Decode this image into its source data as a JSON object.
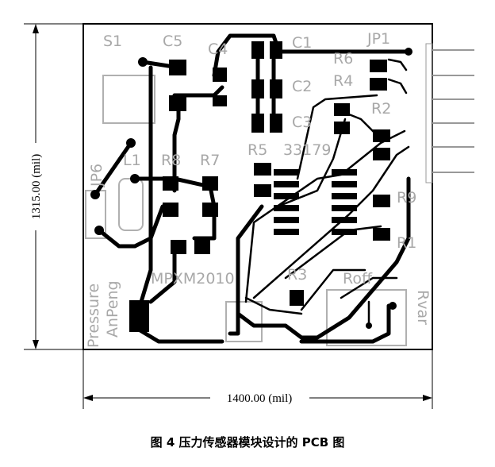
{
  "dimensions": {
    "height": "1315.00 (mil)",
    "width": "1400.00 (mil)"
  },
  "caption": "图 4   压力传感器模块设计的 PCB 图",
  "labels": {
    "s1": "S1",
    "c5": "C5",
    "c4": "C4",
    "c1": "C1",
    "jp1": "JP1",
    "r6": "R6",
    "r4": "R4",
    "c2": "C2",
    "r2": "R2",
    "c3": "C3",
    "r5": "R5",
    "ic": "33179",
    "jp6": "JP6",
    "l1": "L1",
    "r8": "R8",
    "r7": "R7",
    "r9": "R9",
    "r1": "R1",
    "r3": "R3",
    "roff": "Roff",
    "sensor": "MPXM2010",
    "pressure": "Pressure",
    "anpeng": "AnPeng",
    "rvar": "Rvar"
  }
}
